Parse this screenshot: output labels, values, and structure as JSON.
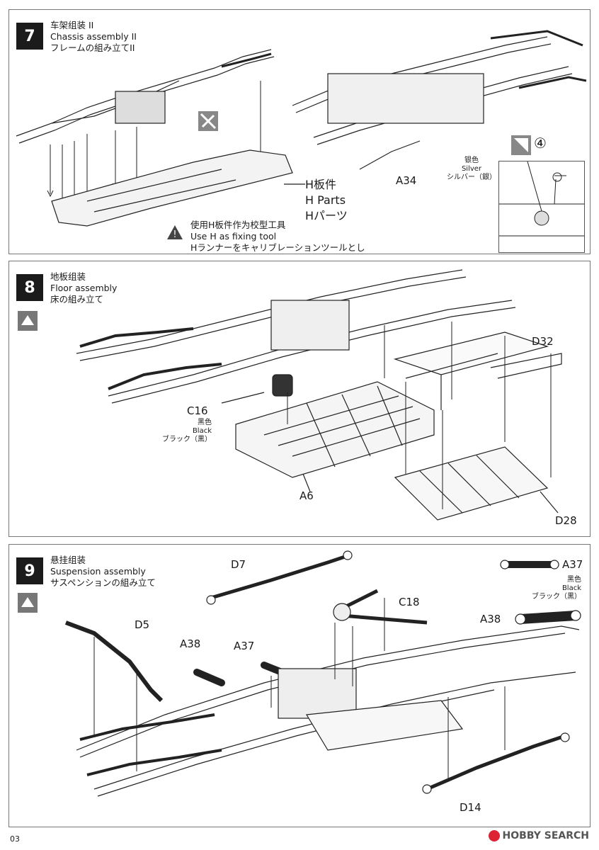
{
  "steps": [
    {
      "number": "7",
      "title_cn": "车架组装 II",
      "title_en": "Chassis assembly II",
      "title_jp": "フレームの組み立てII",
      "labels": {
        "a34": "A34",
        "circle4": "④"
      },
      "silver": {
        "cn": "银色",
        "en": "Silver",
        "jp": "シルバー（銀）"
      },
      "hparts": {
        "cn": "H板件",
        "en": "H Parts",
        "jp": "Hパーツ"
      },
      "note": {
        "cn": "使用H板件作为校型工具",
        "en": "Use H as fixing tool",
        "jp": "Hランナーをキャリブレーションツールとし"
      },
      "icons": [
        "caution-triangle-icon",
        "bw-symbol-icon"
      ]
    },
    {
      "number": "8",
      "title_cn": "地板组装",
      "title_en": "Floor assembly",
      "title_jp": "床の組み立て",
      "labels": {
        "d32": "D32",
        "c16": "C16",
        "a6": "A6",
        "d28": "D28"
      },
      "black": {
        "cn": "黑色",
        "en": "Black",
        "jp": "ブラック（黒）"
      },
      "icons": [
        "glue-icon"
      ]
    },
    {
      "number": "9",
      "title_cn": "悬挂组装",
      "title_en": "Suspension assembly",
      "title_jp": "サスペンションの組み立て",
      "labels": {
        "d7": "D7",
        "a37_top": "A37",
        "c18": "C18",
        "a38_right": "A38",
        "d5": "D5",
        "a38": "A38",
        "a37": "A37",
        "d14": "D14"
      },
      "black": {
        "cn": "黑色",
        "en": "Black",
        "jp": "ブラック（黒）"
      },
      "icons": [
        "glue-icon"
      ]
    }
  ],
  "footer": {
    "page_number": "03",
    "watermark": "HOBBY SEARCH"
  }
}
